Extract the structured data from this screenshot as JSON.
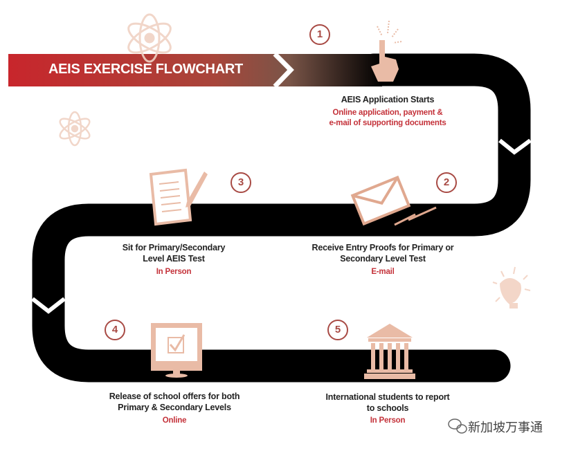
{
  "title": "AEIS EXERCISE FLOWCHART",
  "colors": {
    "accent": "#c8262c",
    "icon": "#e9bba6",
    "number": "#a84a44",
    "track": "#000000"
  },
  "steps": [
    {
      "number": "1",
      "title_lines": [
        "AEIS Application Starts"
      ],
      "detail_lines": [
        "Online application, payment &",
        "e-mail of supporting documents"
      ],
      "icon": "click-hand-icon"
    },
    {
      "number": "2",
      "title_lines": [
        "Receive Entry Proofs for Primary or",
        "Secondary Level Test"
      ],
      "detail_lines": [
        "E-mail"
      ],
      "icon": "envelope-icon"
    },
    {
      "number": "3",
      "title_lines": [
        "Sit for Primary/Secondary",
        "Level AEIS Test"
      ],
      "detail_lines": [
        "In Person"
      ],
      "icon": "document-pen-icon"
    },
    {
      "number": "4",
      "title_lines": [
        "Release of school offers for both",
        "Primary & Secondary Levels"
      ],
      "detail_lines": [
        "Online"
      ],
      "icon": "monitor-check-icon"
    },
    {
      "number": "5",
      "title_lines": [
        "International students to report",
        "to schools"
      ],
      "detail_lines": [
        "In Person"
      ],
      "icon": "institution-icon"
    }
  ],
  "watermark": "新加坡万事通"
}
